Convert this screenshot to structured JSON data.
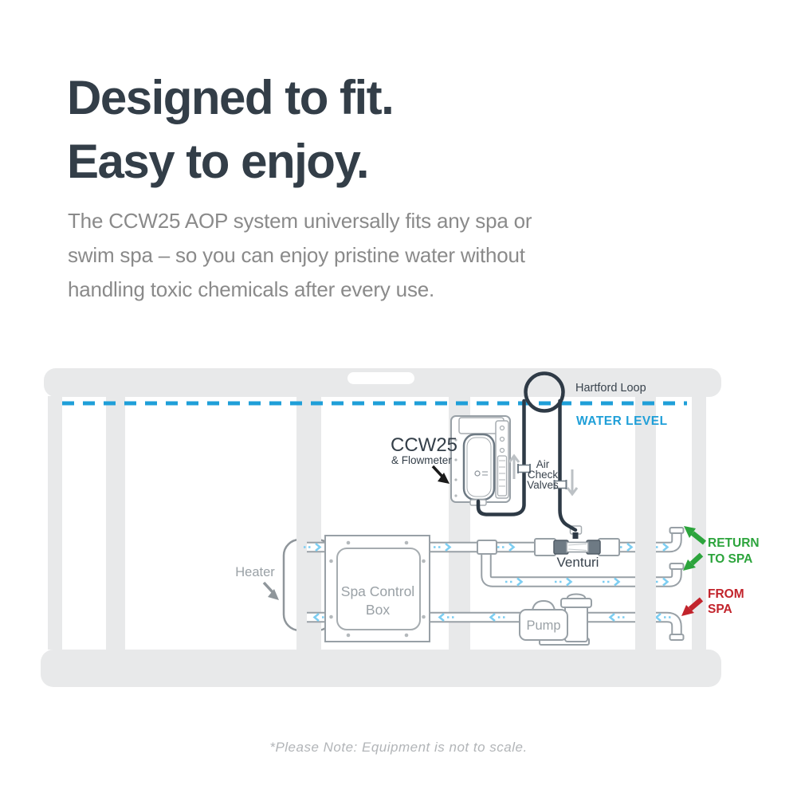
{
  "hero": {
    "title_lines": [
      "Designed to fit.",
      "Easy to enjoy."
    ],
    "body_lines": [
      "The CCW25 AOP system universally fits any spa or",
      "swim spa – so you can enjoy pristine water without",
      "handling toxic chemicals after every use."
    ]
  },
  "diagram": {
    "labels": {
      "hartford_loop": "Hartford Loop",
      "water_level": "WATER LEVEL",
      "ccw25": "CCW25",
      "flowmeter": "& Flowmeter",
      "air_check_valves": [
        "Air",
        "Check",
        "Valves"
      ],
      "venturi": "Venturi",
      "heater": "Heater",
      "spa_control_box": [
        "Spa Control",
        "Box"
      ],
      "pump": "Pump",
      "return_to_spa": [
        "RETURN",
        "TO SPA"
      ],
      "from_spa": [
        "FROM",
        "SPA"
      ]
    },
    "colors": {
      "water_blue": "#1f9fd8",
      "flow_blue": "#7dcef2",
      "green": "#2ca43c",
      "red": "#c2242c",
      "frame_gray": "#e8e9ea",
      "outline_gray": "#98a0a6",
      "label_gray": "#9aa1a6",
      "dark_text": "#333e48",
      "tube_dark": "#2e3a46"
    }
  },
  "footer": {
    "note": "*Please Note: Equipment is not to scale."
  }
}
